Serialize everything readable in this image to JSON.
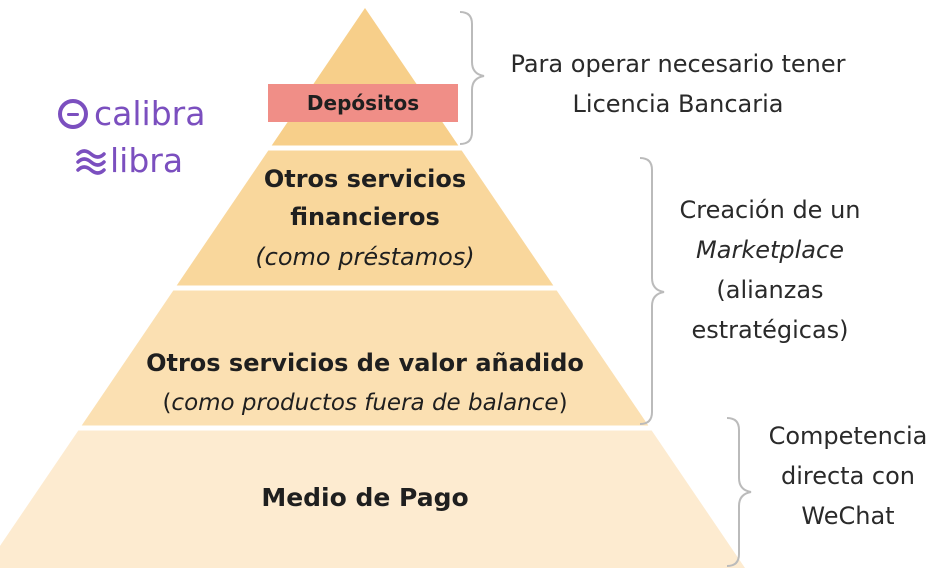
{
  "colors": {
    "tier_top": "#f7cf8a",
    "tier_upper": "#f9d79c",
    "tier_middle": "#fbe0b2",
    "tier_base": "#fdebd0",
    "separator": "#ffffff",
    "deposit_box": "#f08e87",
    "bracket": "#bbbbbb",
    "logo": "#7b4fbf"
  },
  "logos": {
    "calibra": "calibra",
    "libra": "libra",
    "calibra_icon": "calibra-ring-icon",
    "libra_icon": "libra-waves-icon"
  },
  "pyramid": {
    "deposits": "Depósitos",
    "tier2": {
      "line1": "Otros servicios",
      "line2": "financieros",
      "line3": "(como préstamos)"
    },
    "tier3": {
      "line1": "Otros servicios de valor añadido",
      "paren_open": "(",
      "italic": "como productos fuera de balance",
      "paren_close": ")"
    },
    "tier4": "Medio de Pago"
  },
  "notes": {
    "top": {
      "line1": "Para operar necesario tener",
      "line2": "Licencia Bancaria"
    },
    "middle": {
      "line1": "Creación de un",
      "line2": "Marketplace",
      "line3": "(alianzas",
      "line4": "estratégicas)"
    },
    "bottom": {
      "line1": "Competencia",
      "line2": "directa con",
      "line3": "WeChat"
    }
  }
}
